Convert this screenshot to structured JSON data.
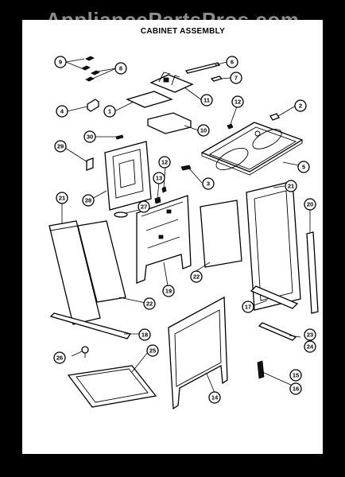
{
  "watermark": "AppliancePartsPros.com",
  "title": "CABINET ASSEMBLY",
  "callouts": {
    "c1": "1",
    "c2": "2",
    "c3": "3",
    "c4": "4",
    "c5": "5",
    "c6": "6",
    "c7": "7",
    "c8": "8",
    "c9": "9",
    "c10": "10",
    "c11": "11",
    "c12a": "12",
    "c12b": "12",
    "c13": "13",
    "c14": "14",
    "c15": "15",
    "c16": "16",
    "c17": "17",
    "c18": "18",
    "c19": "19",
    "c20": "20",
    "c21a": "21",
    "c21b": "21",
    "c22a": "22",
    "c22b": "22",
    "c23": "23",
    "c24": "24",
    "c25": "25",
    "c26": "26",
    "c27": "27",
    "c28": "28",
    "c29": "29",
    "c30": "30"
  }
}
